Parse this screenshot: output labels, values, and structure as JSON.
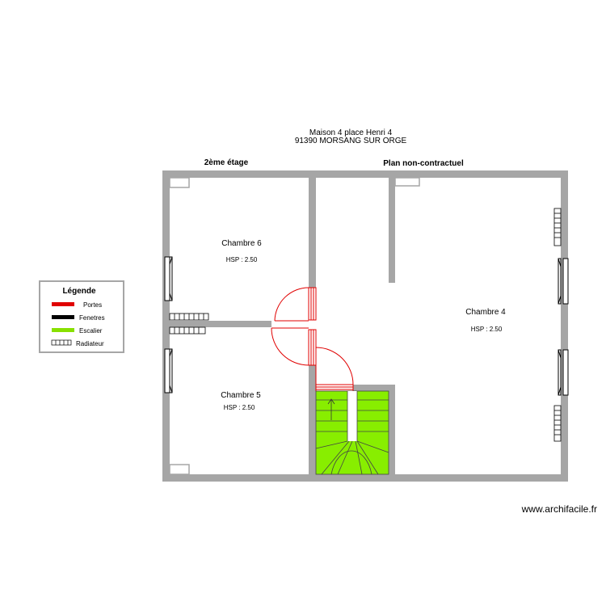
{
  "header": {
    "address_line1": "Maison 4 place Henri 4",
    "address_line2": "91390 MORSANG SUR ORGE",
    "floor_label": "2ème étage",
    "disclaimer": "Plan non-contractuel"
  },
  "rooms": [
    {
      "name": "Chambre 6",
      "hsp": "HSP : 2.50"
    },
    {
      "name": "Chambre 5",
      "hsp": "HSP : 2.50"
    },
    {
      "name": "Chambre 4",
      "hsp": "HSP : 2.50"
    }
  ],
  "legend": {
    "title": "Légende",
    "items": [
      {
        "label": "Portes",
        "color": "#e00000"
      },
      {
        "label": "Fenetres",
        "color": "#000000"
      },
      {
        "label": "Escalier",
        "color": "#88e000"
      },
      {
        "label": "Radiateur",
        "color": "#ffffff"
      }
    ]
  },
  "watermark": "www.archifacile.fr",
  "colors": {
    "wall": "#a6a6a6",
    "door": "#e00000",
    "stair": "#88ee00"
  }
}
